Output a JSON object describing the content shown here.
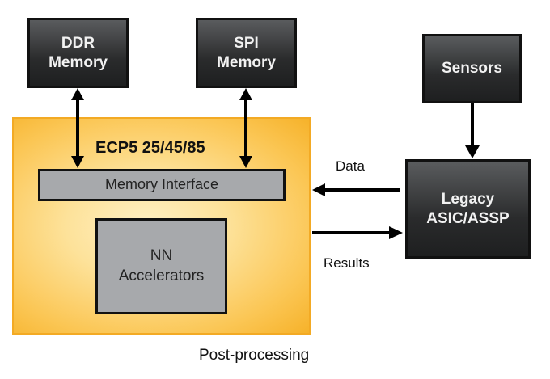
{
  "blocks": {
    "ddr": [
      "DDR",
      "Memory"
    ],
    "spi": [
      "SPI",
      "Memory"
    ],
    "sensors": "Sensors",
    "legacy": [
      "Legacy",
      "ASIC/ASSP"
    ],
    "chip_title": "ECP5 25/45/85",
    "memory_interface": "Memory Interface",
    "nn": [
      "NN",
      "Accelerators"
    ]
  },
  "labels": {
    "data": "Data",
    "results": "Results",
    "caption": "Post-processing"
  },
  "colors": {
    "chip_border": "#f3aa24",
    "dark_block": "#2a2b2c",
    "gray_block": "#a7a9ac"
  }
}
